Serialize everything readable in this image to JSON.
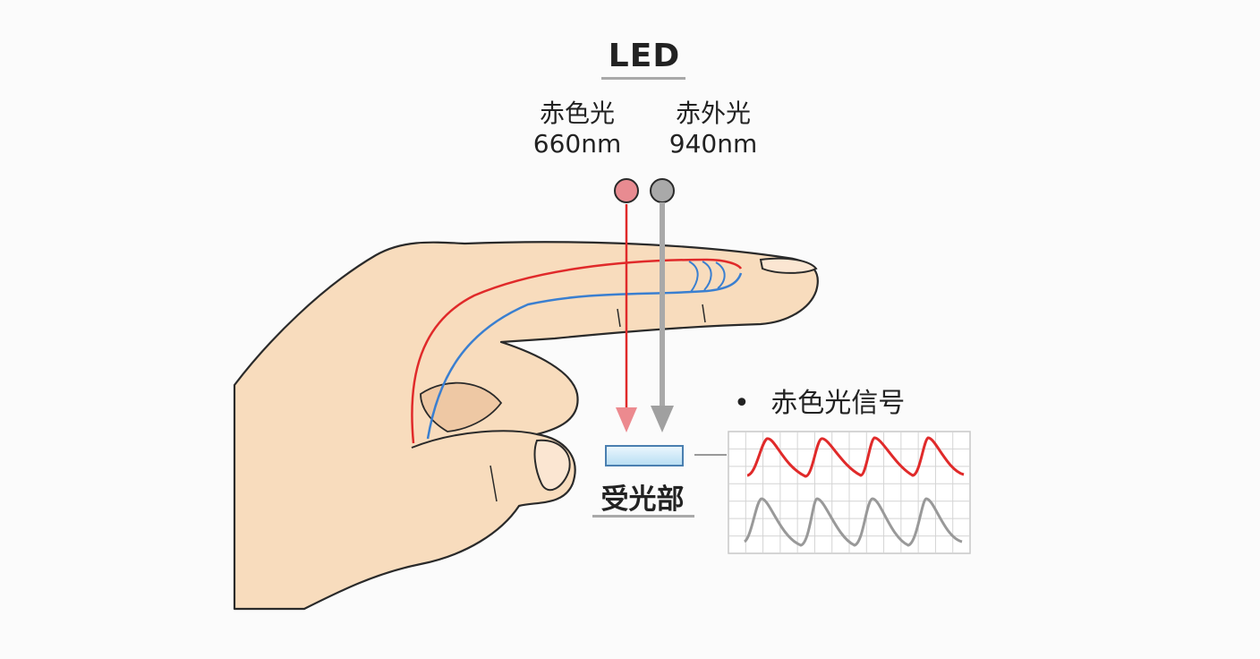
{
  "led": {
    "title": "LED",
    "red": {
      "name": "赤色光",
      "wavelength": "660nm",
      "color": "#e88b91"
    },
    "infrared": {
      "name": "赤外光",
      "wavelength": "940nm",
      "color": "#a9a9a9"
    }
  },
  "sensor": {
    "label": "受光部"
  },
  "signal": {
    "bullet": "•",
    "title": "赤色光信号",
    "red_color": "#e02a2a",
    "gray_color": "#999999"
  },
  "colors": {
    "skin": "#f8dcbd",
    "artery": "#e02a2a",
    "vein": "#3a7fd0"
  }
}
